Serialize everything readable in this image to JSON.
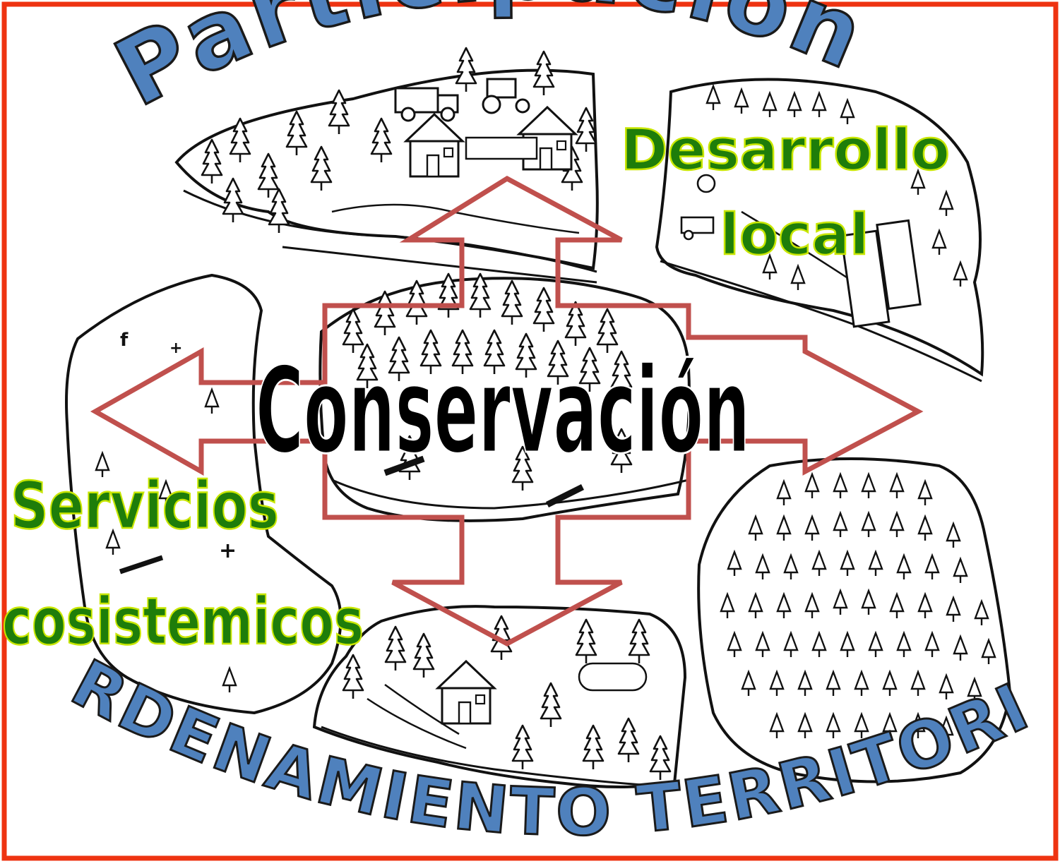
{
  "title_top": "Participación",
  "title_bottom": "ORDENAMIENTO TERRITORIAL",
  "center_label": "Conservación",
  "label_top_right": [
    "Desarrollo",
    "local"
  ],
  "label_left": [
    "Servicios",
    "ecosistemicos"
  ],
  "colors": {
    "frame": "#ee3311",
    "arc_text_fill": "#4f81bd",
    "arc_text_stroke": "#1a1a1a",
    "green_text": "#1e7d0a",
    "green_stroke": "#c8e600",
    "arrow_stroke": "#c0504d",
    "center_text": "#000000"
  },
  "icons": [
    "tree-icon",
    "house-icon",
    "truck-icon",
    "tractor-icon",
    "log-icon"
  ]
}
